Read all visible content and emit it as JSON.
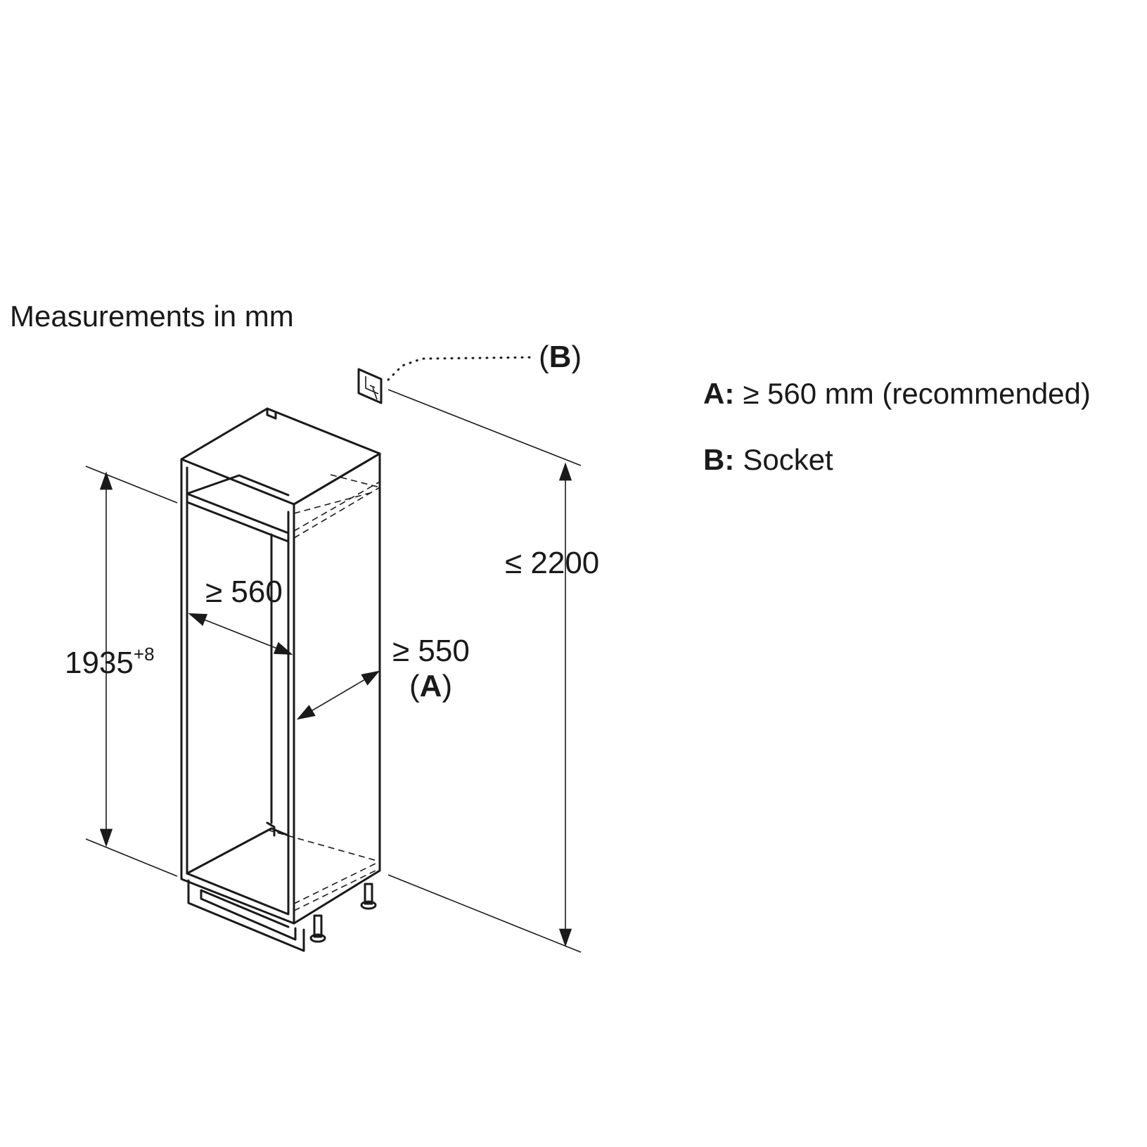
{
  "units_note": "Measurements in mm",
  "labels": {
    "socket_marker": "B",
    "height_total": "≤ 2200",
    "width_inner": "≥ 560",
    "depth_inner": "≥ 550",
    "depth_ref": "A",
    "niche_height": "1935",
    "niche_height_tolerance": "+8"
  },
  "legend": [
    {
      "key": "A:",
      "text": "≥ 560 mm (recommended)"
    },
    {
      "key": "B:",
      "text": "Socket"
    }
  ],
  "icons": {
    "socket": "socket-icon"
  }
}
